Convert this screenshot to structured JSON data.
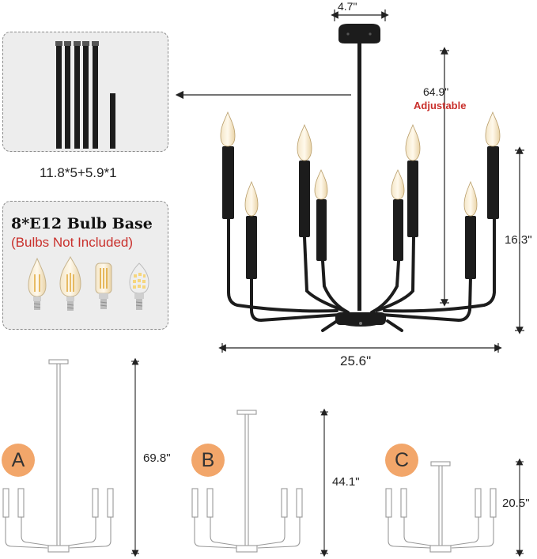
{
  "rods": {
    "caption": "11.8*5+5.9*1",
    "long_count": 5,
    "short_count": 1
  },
  "bulbs": {
    "title": "8*E12 Bulb Base",
    "note": "(Bulbs Not Included)",
    "types": [
      "candle-led-bulb-icon",
      "flame-tip-bulb-icon",
      "tubular-led-bulb-icon",
      "corn-led-bulb-icon"
    ]
  },
  "dimensions": {
    "canopy_width": "4.7\"",
    "rod_length": "64.9\"",
    "adjustable_label": "Adjustable",
    "body_height": "16.3\"",
    "span": "25.6\""
  },
  "options": [
    {
      "label": "A",
      "height": "69.8\""
    },
    {
      "label": "B",
      "height": "44.1\""
    },
    {
      "label": "C",
      "height": "20.5\""
    }
  ],
  "colors": {
    "fixture": "#1c1c1c",
    "accent_red": "#c9302c",
    "badge": "#f2a66a",
    "panel": "#ededed",
    "outline": "#8a8a8a"
  }
}
